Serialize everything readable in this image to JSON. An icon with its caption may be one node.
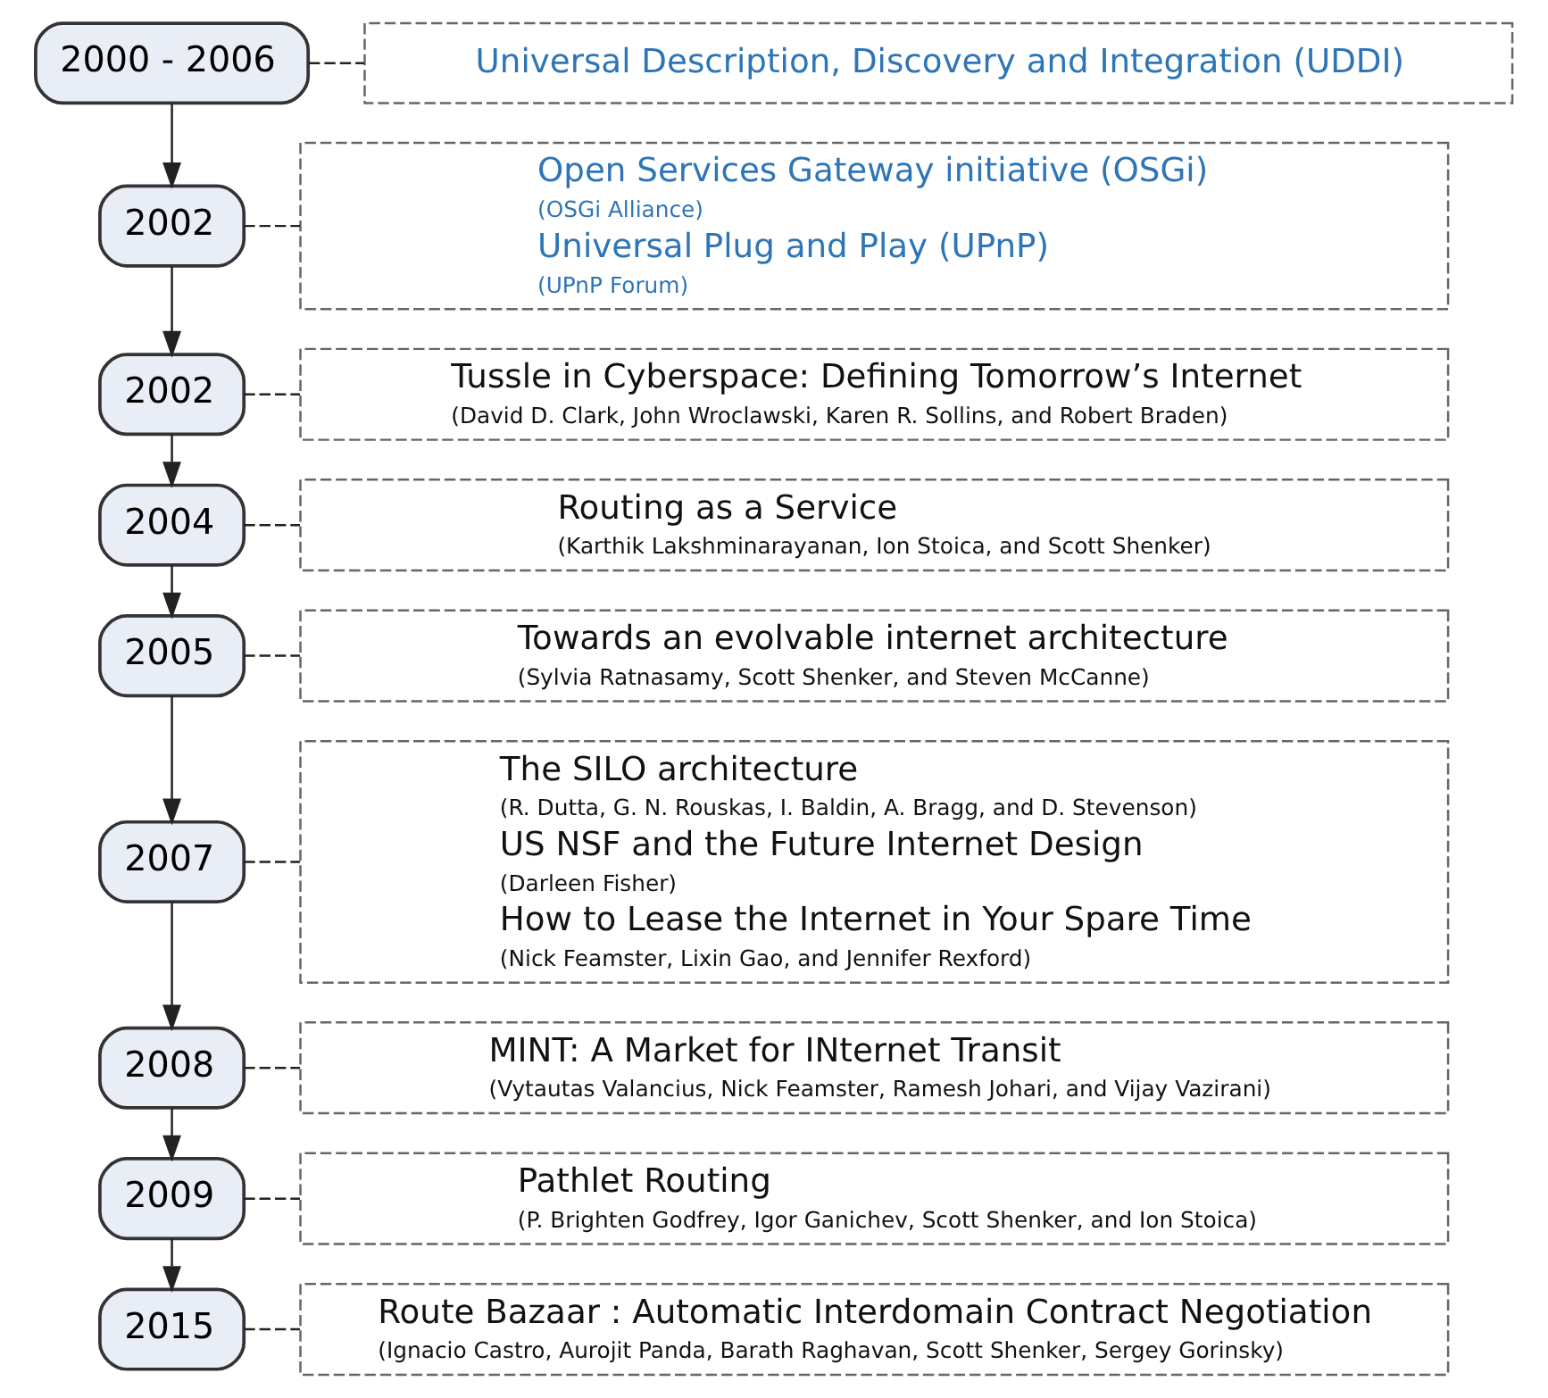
{
  "diagram": {
    "nodes": [
      {
        "text": [
          "2000 - 2006"
        ]
      },
      {
        "text": [
          "Universal Description, Discovery and Integration (UDDI)"
        ]
      },
      {
        "text": [
          "2002"
        ]
      },
      {
        "text": [
          "Open Services Gateway initiative (OSGi)",
          "(OSGi Alliance)",
          "Universal Plug and Play (UPnP)",
          "(UPnP Forum)"
        ]
      },
      {
        "text": [
          "2002"
        ]
      },
      {
        "text": [
          "Tussle in Cyberspace: Defining Tomorrow’s Internet",
          "(David D. Clark, John Wroclawski, Karen R. Sollins, and Robert Braden)"
        ]
      },
      {
        "text": [
          "2004"
        ]
      },
      {
        "text": [
          "Routing as a Service",
          "(Karthik Lakshminarayanan, Ion Stoica, and Scott Shenker)"
        ]
      },
      {
        "text": [
          "2005"
        ]
      },
      {
        "text": [
          "Towards an evolvable internet architecture",
          "(Sylvia Ratnasamy, Scott Shenker, and Steven McCanne)"
        ]
      },
      {
        "text": [
          "2007"
        ]
      },
      {
        "text": [
          "The SILO architecture",
          "(R. Dutta, G. N. Rouskas, I. Baldin, A. Bragg, and D. Stevenson)",
          "US NSF and the Future Internet Design",
          "(Darleen Fisher)",
          "How to Lease the Internet in Your Spare Time",
          "(Nick Feamster, Lixin Gao, and Jennifer Rexford)"
        ]
      },
      {
        "text": [
          "2008"
        ]
      },
      {
        "text": [
          "MINT: A Market for INternet Transit",
          "(Vytautas Valancius, Nick Feamster, Ramesh Johari, and Vijay Vazirani)"
        ]
      },
      {
        "text": [
          "2009"
        ]
      },
      {
        "text": [
          "Pathlet Routing",
          "(P. Brighten Godfrey, Igor Ganichev, Scott Shenker, and Ion Stoica)"
        ]
      },
      {
        "text": [
          "2015"
        ]
      },
      {
        "text": [
          "Route Bazaar : Automatic Interdomain Contract Negotiation",
          "(Ignacio Castro, Aurojit Panda, Barath Raghavan, Scott Shenker, Sergey Gorinsky)"
        ]
      }
    ],
    "edges": [
      {
        "from": 0,
        "to": 1,
        "arrow": "none",
        "style": "dashed"
      },
      {
        "from": 0,
        "to": 2,
        "arrow": "to"
      },
      {
        "from": 2,
        "to": 3,
        "arrow": "none",
        "style": "dashed"
      },
      {
        "from": 2,
        "to": 4,
        "arrow": "to"
      },
      {
        "from": 4,
        "to": 5,
        "arrow": "none",
        "style": "dashed"
      },
      {
        "from": 4,
        "to": 6,
        "arrow": "to"
      },
      {
        "from": 6,
        "to": 7,
        "arrow": "none",
        "style": "dashed"
      },
      {
        "from": 6,
        "to": 8,
        "arrow": "to"
      },
      {
        "from": 8,
        "to": 9,
        "arrow": "none",
        "style": "dashed"
      },
      {
        "from": 8,
        "to": 10,
        "arrow": "to"
      },
      {
        "from": 10,
        "to": 11,
        "arrow": "none",
        "style": "dashed"
      },
      {
        "from": 10,
        "to": 12,
        "arrow": "to"
      },
      {
        "from": 12,
        "to": 13,
        "arrow": "none",
        "style": "dashed"
      },
      {
        "from": 12,
        "to": 14,
        "arrow": "to"
      },
      {
        "from": 14,
        "to": 15,
        "arrow": "none",
        "style": "dashed"
      },
      {
        "from": 14,
        "to": 16,
        "arrow": "to"
      },
      {
        "from": 16,
        "to": 17,
        "arrow": "none",
        "style": "dashed"
      }
    ]
  }
}
